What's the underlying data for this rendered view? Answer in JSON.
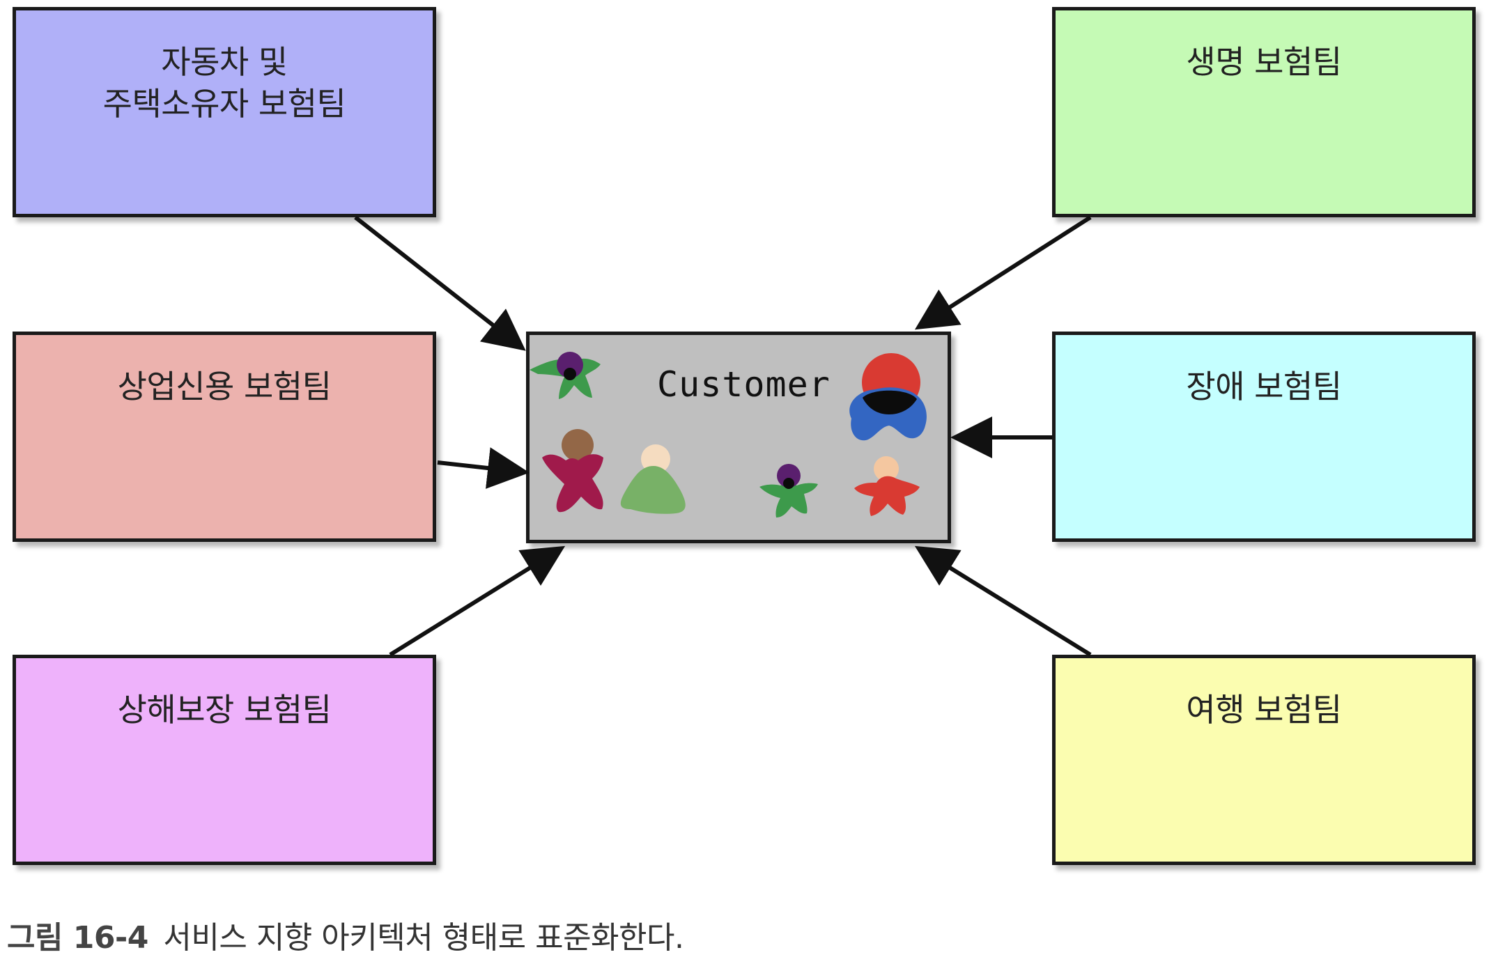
{
  "teams": [
    {
      "id": "auto",
      "label": "자동차 및\n주택소유자 보험팀",
      "color": "#b0b0f8"
    },
    {
      "id": "life",
      "label": "생명 보험팀",
      "color": "#c5fab5"
    },
    {
      "id": "credit",
      "label": "상업신용 보험팀",
      "color": "#ecb2ae"
    },
    {
      "id": "disability",
      "label": "장애 보험팀",
      "color": "#c5ffff"
    },
    {
      "id": "accident",
      "label": "상해보장 보험팀",
      "color": "#eeb2fb"
    },
    {
      "id": "travel",
      "label": "여행 보험팀",
      "color": "#fbfdb0"
    }
  ],
  "customer": {
    "label": "Customer",
    "color": "#bfbfbf"
  },
  "caption": {
    "number": "그림 16-4",
    "text": "서비스 지향 아키텍처 형태로 표준화한다."
  }
}
